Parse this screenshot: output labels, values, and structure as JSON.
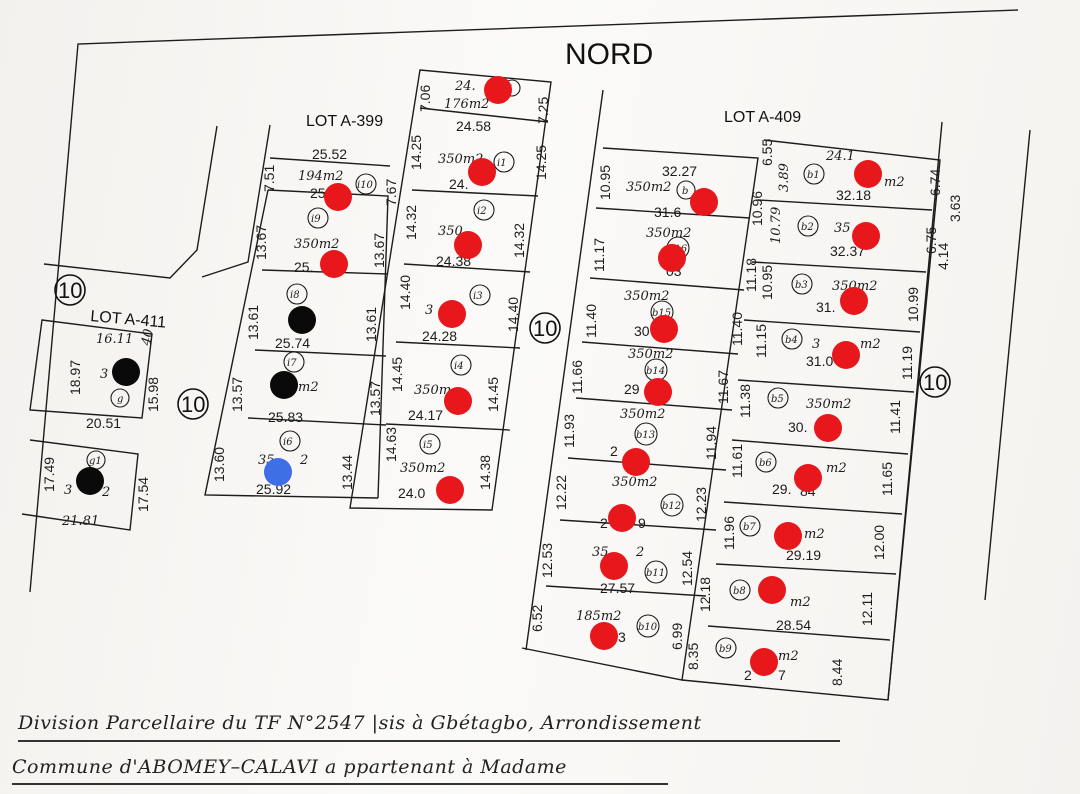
{
  "title": "NORD",
  "road_width": "10",
  "lots": {
    "a399": "LOT A-399",
    "a409": "LOT A-409",
    "a411": "LOT A-411"
  },
  "caption": {
    "line1": "Division Parcellaire du TF N°2547 |sis à Gbétagbo, Arrondissement",
    "line2": "Commune d'ABOMEY–CALAVI   a ppartenant à Madame"
  },
  "labels": {
    "l1": "24.",
    "l2": "176m2",
    "l3": "24.58",
    "l4": "7.06",
    "l5": "7.25",
    "l6": "14.25",
    "l7": "350m2",
    "l8": "24.",
    "l9": "14.25",
    "l10": "14.32",
    "l11": "350",
    "l12": "24.38",
    "l13": "14.32",
    "l14": "14.40",
    "l15": "3",
    "l16": "24.28",
    "l17": "14.40",
    "l18": "14.45",
    "l19": "350m",
    "l20": "24.17",
    "l21": "14.45",
    "l22": "14.63",
    "l23": "350m2",
    "l24": "24.0",
    "l25": "14.38",
    "l26": "25.52",
    "l27": "7.51",
    "l28": "194m2",
    "l29": "25",
    "l30": "7.67",
    "l31": "13.67",
    "l32": "350m2",
    "l33": "25.",
    "l34": "13.67",
    "l35": "13.61",
    "l36": "25.74",
    "l37": "13.61",
    "l38": "13.57",
    "l39": "m2",
    "l40": "25.83",
    "l41": "13.57",
    "l42": "13.60",
    "l43": "35",
    "l44": "2",
    "l45": "25.92",
    "l46": "13.44",
    "l47": "16.11",
    "l48": "40",
    "l49": "18.97",
    "l50": "3",
    "l51": "20.51",
    "l52": "15.98",
    "l53": "17.49",
    "l54": "3",
    "l55": "2",
    "l56": "21.81",
    "l57": "17.54",
    "l58": "10.95",
    "l59": "32.27",
    "l60": "350m2",
    "l61": "31.6",
    "l62": "10.96",
    "l63": "11.17",
    "l64": "350m2",
    "l65": "03",
    "l66": "11.18",
    "l67": "11.40",
    "l68": "350m2",
    "l69": "30",
    "l70": "11.40",
    "l71": "11.66",
    "l72": "350m2",
    "l73": "29",
    "l74": "11.67",
    "l75": "11.93",
    "l76": "350m2",
    "l77": "2",
    "l78": "11.94",
    "l79": "12.22",
    "l80": "350m2",
    "l81": "2",
    "l82": "9",
    "l83": "12.23",
    "l84": "12.53",
    "l85": "35",
    "l86": "2",
    "l87": "27.57",
    "l88": "12.54",
    "l89": "6.52",
    "l90": "185m2",
    "l91": "3",
    "l92": "6.99",
    "l93": "6.55",
    "l94": "3.89",
    "l95": "24.1",
    "l96": "m2",
    "l97": "32.18",
    "l98": "6.74",
    "l99": "3.63",
    "l100": "10.79",
    "l101": "35",
    "l102": "32.37",
    "l103": "6.75",
    "l104": "4.14",
    "l105": "10.95",
    "l106": "350m2",
    "l107": "31.",
    "l108": "10.99",
    "l109": "11.15",
    "l110": "3",
    "l111": "m2",
    "l112": "31.0",
    "l113": "11.19",
    "l114": "11.38",
    "l115": "350m2",
    "l116": "30.",
    "l117": "11.41",
    "l118": "11.61",
    "l119": "m2",
    "l120": "29.",
    "l121": "84",
    "l122": "11.65",
    "l123": "11.96",
    "l124": "m2",
    "l125": "29.19",
    "l126": "12.00",
    "l127": "12.18",
    "l128": "m2",
    "l129": "28.54",
    "l130": "12.11",
    "l131": "8.35",
    "l132": "m2",
    "l133": "2",
    "l134": "7",
    "l135": "8.44"
  },
  "parcel_ids": {
    "p_i": "i",
    "p_i1": "i1",
    "p_i2": "i2",
    "p_i3": "i3",
    "p_i4": "i4",
    "p_i5": "i5",
    "p_i6": "i6",
    "p_i7": "i7",
    "p_i8": "i8",
    "p_i9": "i9",
    "p_i10": "i10",
    "p_g": "g",
    "p_g1": "g1",
    "p_b": "b",
    "p_b1": "b1",
    "p_b2": "b2",
    "p_b3": "b3",
    "p_b4": "b4",
    "p_b5": "b5",
    "p_b6": "b6",
    "p_b7": "b7",
    "p_b8": "b8",
    "p_b9": "b9",
    "p_b10": "b10",
    "p_b11": "b11",
    "p_b12": "b12",
    "p_b13": "b13",
    "p_b14": "b14",
    "p_b15": "b15",
    "p_b16": "b16"
  },
  "colors": {
    "ink": "#1c1c1c",
    "marker_red": "#e8171b",
    "marker_black": "#0a0a0a",
    "marker_blue": "#3f6fe6"
  }
}
